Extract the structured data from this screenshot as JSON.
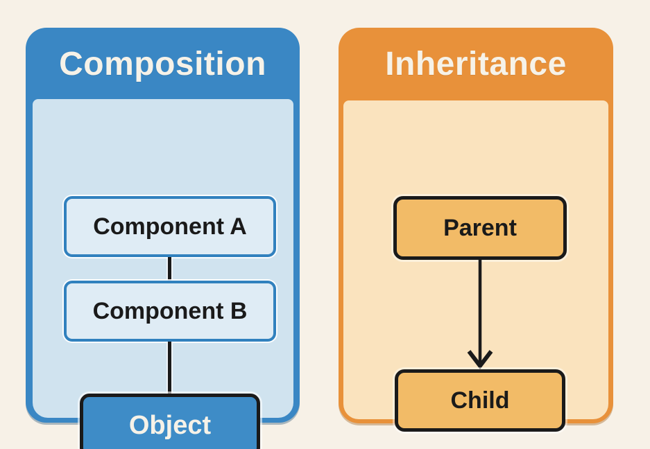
{
  "canvas": {
    "background_color": "#F7F1E7"
  },
  "composition_panel": {
    "title": "Composition",
    "header_color": "#3A87C4",
    "body_color": "#D0E3EF",
    "node_border_color": "#3181BE",
    "object_fill_color": "#3E8CC7",
    "nodes": {
      "component_a": "Component A",
      "component_b": "Component B",
      "object": "Object"
    }
  },
  "inheritance_panel": {
    "title": "Inheritance",
    "header_color": "#E8913A",
    "body_color": "#FAE3BE",
    "node_fill_color": "#F2BB67",
    "connector_color": "#1A1A1A",
    "nodes": {
      "parent": "Parent",
      "child": "Child"
    }
  }
}
